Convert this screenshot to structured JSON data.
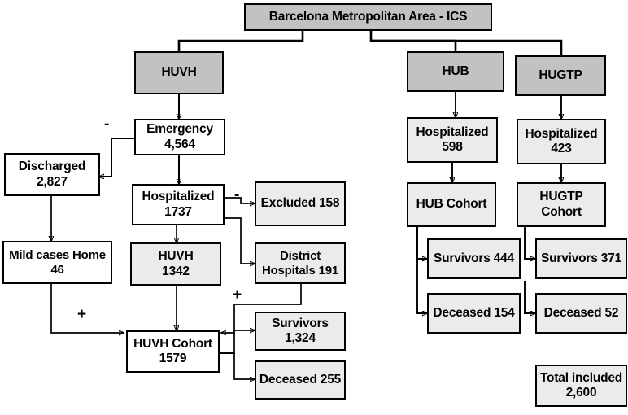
{
  "diagram": {
    "title": "Barcelona Metropolitan Area - ICS",
    "type": "flowchart",
    "colors": {
      "header_fill": "#c2c2c2",
      "node_fill": "#ebebeb",
      "plain_fill": "#ffffff",
      "stroke": "#000000"
    },
    "root": {
      "label": "Barcelona Metropolitan Area - ICS"
    },
    "centers": [
      {
        "id": "huvh",
        "label": "HUVH"
      },
      {
        "id": "hub",
        "label": "HUB"
      },
      {
        "id": "hugtp",
        "label": "HUGTP"
      }
    ],
    "nodes": {
      "emergency": {
        "line1": "Emergency",
        "line2": "4,564"
      },
      "discharged": {
        "line1": "Discharged",
        "line2": "2,827"
      },
      "mild_cases_home": {
        "line1": "Mild cases Home",
        "line2": "46"
      },
      "huvh_hospitalized": {
        "line1": "Hospitalized",
        "line2": "1737"
      },
      "excluded": {
        "line1": "Excluded 158",
        "line2": ""
      },
      "huvh_center": {
        "line1": "HUVH",
        "line2": "1342"
      },
      "district_hospitals": {
        "line1": "District",
        "line2": "Hospitals 191"
      },
      "huvh_cohort": {
        "line1": "HUVH Cohort",
        "line2": "1579"
      },
      "huvh_survivors": {
        "line1": "Survivors",
        "line2": "1,324"
      },
      "huvh_deceased": {
        "line1": "Deceased 255",
        "line2": ""
      },
      "hub_hospitalized": {
        "line1": "Hospitalized",
        "line2": "598"
      },
      "hub_cohort": {
        "line1": "HUB Cohort",
        "line2": ""
      },
      "hub_survivors": {
        "line1": "Survivors 444",
        "line2": ""
      },
      "hub_deceased": {
        "line1": "Deceased 154",
        "line2": ""
      },
      "hugtp_hospitalized": {
        "line1": "Hospitalized",
        "line2": "423"
      },
      "hugtp_cohort": {
        "line1": "HUGTP",
        "line2": "Cohort"
      },
      "hugtp_survivors": {
        "line1": "Survivors 371",
        "line2": ""
      },
      "hugtp_deceased": {
        "line1": "Deceased 52",
        "line2": ""
      },
      "total_included": {
        "line1": "Total included",
        "line2": "2,600"
      }
    },
    "signs": {
      "minus_discharged": "-",
      "minus_excluded": "-",
      "plus_district": "+",
      "plus_mild": "+"
    },
    "chart_data": {
      "type": "table",
      "title": "Barcelona Metropolitan Area - ICS",
      "categories": [
        "Emergency",
        "Discharged",
        "Mild cases Home",
        "HUVH Hospitalized",
        "Excluded",
        "HUVH",
        "District Hospitals",
        "HUVH Cohort",
        "HUVH Survivors",
        "HUVH Deceased",
        "HUB Hospitalized",
        "HUB Survivors",
        "HUB Deceased",
        "HUGTP Hospitalized",
        "HUGTP Survivors",
        "HUGTP Deceased",
        "Total included"
      ],
      "values": [
        4564,
        2827,
        46,
        1737,
        158,
        1342,
        191,
        1579,
        1324,
        255,
        598,
        444,
        154,
        423,
        371,
        52,
        2600
      ]
    }
  }
}
